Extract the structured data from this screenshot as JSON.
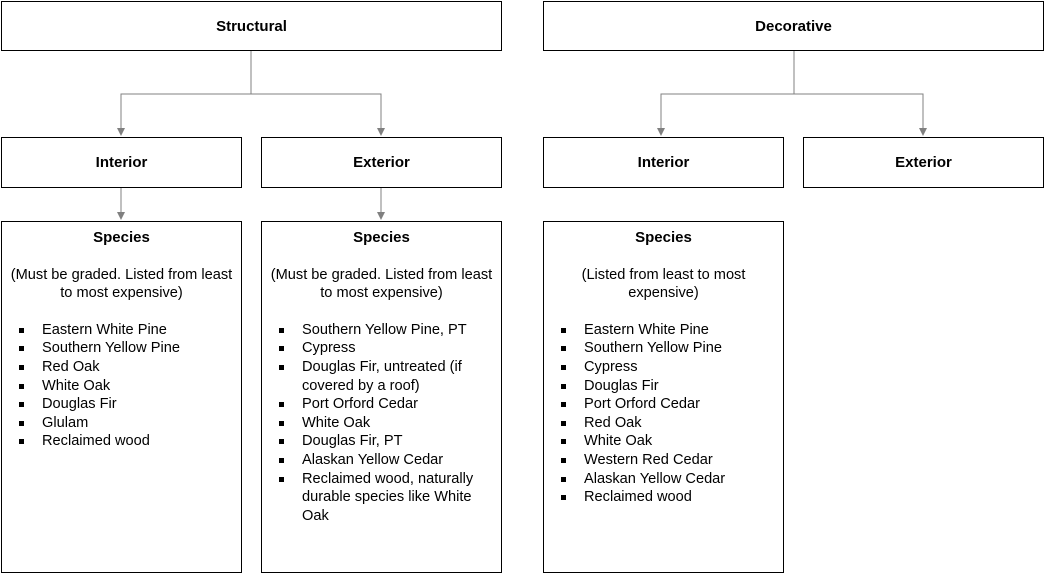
{
  "structural": {
    "title": "Structural",
    "interior": {
      "title": "Interior",
      "species_title": "Species",
      "note": "(Must be graded.  Listed from least to most expensive)",
      "items": [
        "Eastern White Pine",
        "Southern Yellow Pine",
        "Red Oak",
        "White Oak",
        "Douglas Fir",
        "Glulam",
        "Reclaimed wood"
      ]
    },
    "exterior": {
      "title": "Exterior",
      "species_title": "Species",
      "note": "(Must be graded.  Listed from least to most expensive)",
      "items": [
        "Southern Yellow Pine, PT",
        "Cypress",
        "Douglas Fir, untreated (if covered by a roof)",
        "Port Orford Cedar",
        "White Oak",
        "Douglas Fir, PT",
        "Alaskan Yellow Cedar",
        "Reclaimed wood, naturally durable species like White Oak"
      ]
    }
  },
  "decorative": {
    "title": "Decorative",
    "interior": {
      "title": "Interior",
      "species_title": "Species",
      "note": "(Listed from least to most expensive)",
      "items": [
        "Eastern White Pine",
        "Southern Yellow Pine",
        "Cypress",
        "Douglas Fir",
        "Port Orford Cedar",
        "Red Oak",
        "White Oak",
        "Western Red Cedar",
        "Alaskan Yellow Cedar",
        "Reclaimed wood"
      ]
    },
    "exterior": {
      "title": "Exterior"
    }
  },
  "colors": {
    "border": "#000000",
    "connector": "#808080",
    "background": "#ffffff"
  }
}
